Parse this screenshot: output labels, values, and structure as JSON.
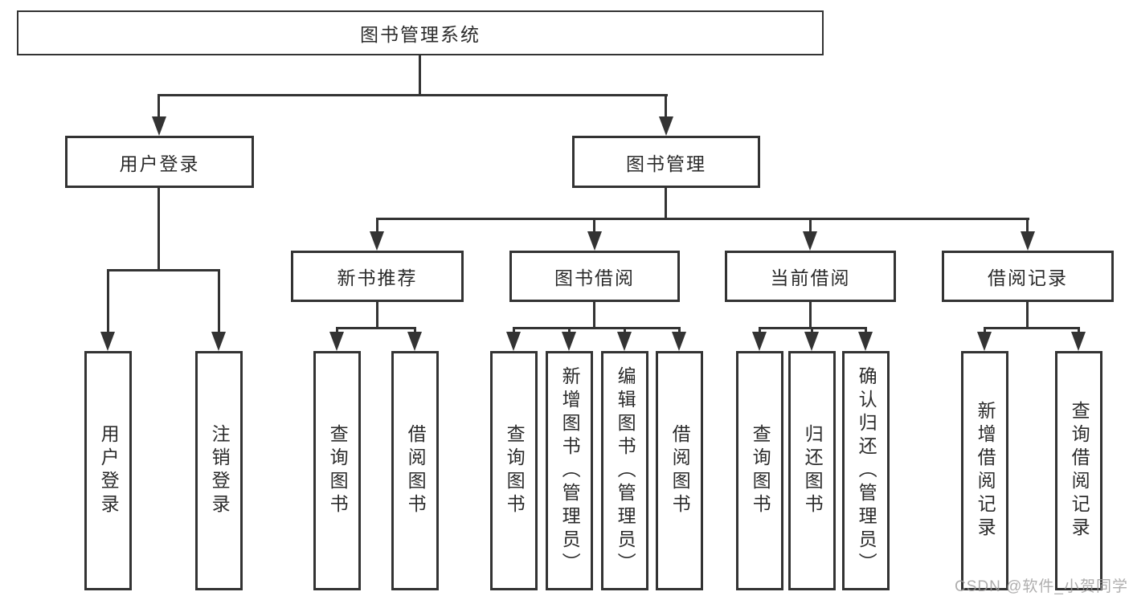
{
  "diagram": {
    "type": "tree",
    "root": {
      "label": "图书管理系统"
    },
    "branches": {
      "user_login": {
        "label": "用户登录"
      },
      "book_management": {
        "label": "图书管理"
      },
      "new_book_recommend": {
        "label": "新书推荐"
      },
      "book_borrow": {
        "label": "图书借阅"
      },
      "current_borrow": {
        "label": "当前借阅"
      },
      "borrow_records": {
        "label": "借阅记录"
      }
    },
    "leaves": {
      "user_login": {
        "label": "用户登录"
      },
      "logout": {
        "label": "注销登录"
      },
      "nb_query_books": {
        "label": "查询图书"
      },
      "nb_borrow_books": {
        "label": "借阅图书"
      },
      "bb_query_books": {
        "label": "查询图书"
      },
      "bb_add_books_admin": {
        "label": "新增图书（管理员）"
      },
      "bb_edit_books_admin": {
        "label": "编辑图书（管理员）"
      },
      "bb_borrow_books": {
        "label": "借阅图书"
      },
      "cb_query_books": {
        "label": "查询图书"
      },
      "cb_return_books": {
        "label": "归还图书"
      },
      "cb_confirm_return_admin": {
        "label": "确认归还（管理员）"
      },
      "br_add_record": {
        "label": "新增借阅记录"
      },
      "br_query_record": {
        "label": "查询借阅记录"
      }
    },
    "structure": {
      "图书管理系统": [
        "用户登录",
        "图书管理"
      ],
      "用户登录": [
        "用户登录",
        "注销登录"
      ],
      "图书管理": [
        "新书推荐",
        "图书借阅",
        "当前借阅",
        "借阅记录"
      ],
      "新书推荐": [
        "查询图书",
        "借阅图书"
      ],
      "图书借阅": [
        "查询图书",
        "新增图书（管理员）",
        "编辑图书（管理员）",
        "借阅图书"
      ],
      "当前借阅": [
        "查询图书",
        "归还图书",
        "确认归还（管理员）"
      ],
      "借阅记录": [
        "新增借阅记录",
        "查询借阅记录"
      ]
    },
    "colors": {
      "line": "#333333",
      "box_fill": "#ffffff",
      "text": "#2b2b2b",
      "watermark": "#9e9c9c"
    }
  },
  "watermark": {
    "label": "CSDN @软件_小贺同学"
  }
}
